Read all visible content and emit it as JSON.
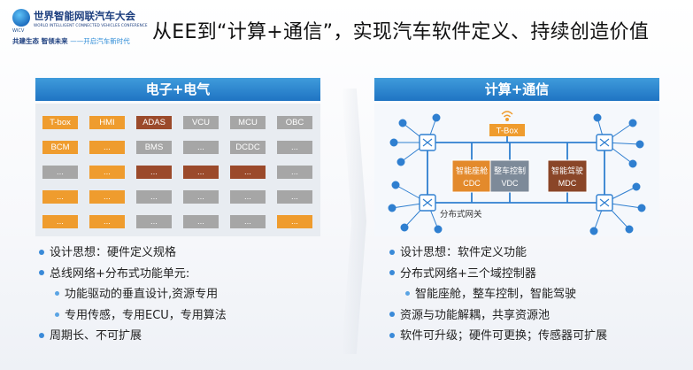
{
  "logo": {
    "name": "世界智能网联汽车大会",
    "english": "WORLD INTELLIGENT CONNECTED VEHICLES CONFERENCE",
    "tag": "WICV",
    "slogan": "共建生态 智领未来",
    "slogan_sub": "——开启汽车新时代"
  },
  "headline": "从EE到“计算+通信”，实现汽车软件定义、持续创造价值",
  "left": {
    "title": "电子+电气",
    "chips": [
      [
        "T-box",
        "HMI",
        "ADAS",
        "VCU",
        "MCU",
        "OBC"
      ],
      [
        "BCM",
        "...",
        "BMS",
        "...",
        "DCDC",
        "..."
      ],
      [
        "...",
        "...",
        "...",
        "...",
        "...",
        "..."
      ],
      [
        "...",
        "...",
        "...",
        "...",
        "...",
        "..."
      ],
      [
        "...",
        "...",
        "...",
        "...",
        "...",
        "..."
      ]
    ],
    "chip_colors": [
      [
        "o",
        "o",
        "b",
        "g",
        "g",
        "g"
      ],
      [
        "o",
        "o",
        "g",
        "g",
        "g",
        "g"
      ],
      [
        "g",
        "o",
        "b",
        "b",
        "b",
        "g"
      ],
      [
        "o",
        "o",
        "g",
        "g",
        "g",
        "g"
      ],
      [
        "o",
        "o",
        "g",
        "g",
        "g",
        "o"
      ]
    ],
    "bullets": [
      {
        "level": 1,
        "text": "设计思想：硬件定义规格"
      },
      {
        "level": 1,
        "text": "总线网络+分布式功能单元:"
      },
      {
        "level": 2,
        "text": "功能驱动的垂直设计,资源专用"
      },
      {
        "level": 2,
        "text": "专用传感，专用ECU，专用算法"
      },
      {
        "level": 1,
        "text": "周期长、不可扩展"
      }
    ]
  },
  "right": {
    "title": "计算+通信",
    "tbox": "T-Box",
    "gateway_label": "分布式网关",
    "domains": [
      {
        "cn": "智能座舱",
        "en": "CDC",
        "color": "#e38a2c"
      },
      {
        "cn": "整车控制",
        "en": "VDC",
        "color": "#7d8a99"
      },
      {
        "cn": "智能驾驶",
        "en": "MDC",
        "color": "#8a4628"
      }
    ],
    "bullets": [
      {
        "level": 1,
        "text": "设计思想：软件定义功能"
      },
      {
        "level": 1,
        "text": "分布式网络+三个域控制器"
      },
      {
        "level": 2,
        "text": "智能座舱，整车控制，智能驾驶"
      },
      {
        "level": 1,
        "text": "资源与功能解耦，共享资源池"
      },
      {
        "level": 1,
        "text": "软件可升级；硬件可更换；传感器可扩展"
      }
    ]
  },
  "colors": {
    "accent": "#1f74c3",
    "orange": "#ef9c2e",
    "gray": "#a6a6a6",
    "brown": "#9b4a2b"
  }
}
